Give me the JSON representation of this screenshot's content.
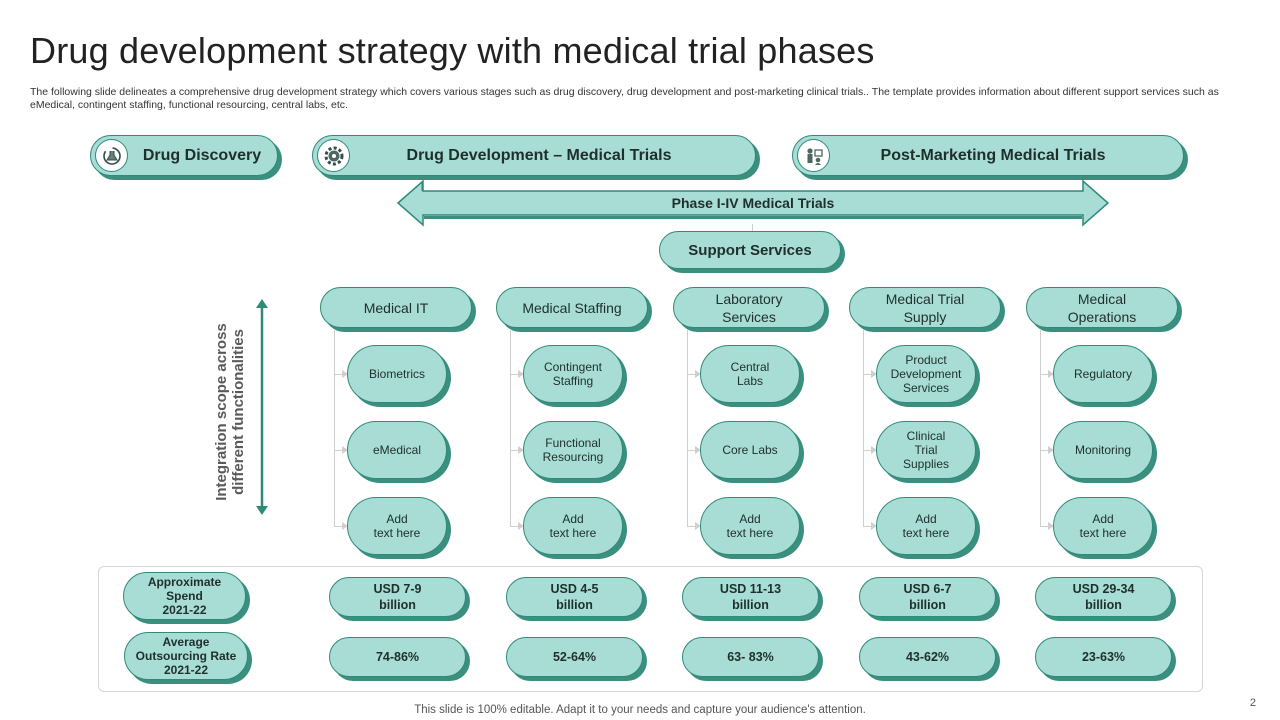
{
  "title": "Drug development strategy with medical trial phases",
  "description": "The following slide delineates a comprehensive drug development strategy which covers various stages such as drug discovery, drug development and post-marketing clinical trials.. The template provides information about different support services such as eMedical, contingent staffing, functional resourcing, central labs, etc.",
  "stages": {
    "discovery": {
      "label": "Drug Discovery",
      "icon": "flask-cycle-icon"
    },
    "development": {
      "label": "Drug Development – Medical Trials",
      "icon": "gear-icon"
    },
    "post_marketing": {
      "label": "Post-Marketing Medical Trials",
      "icon": "people-analysis-icon"
    }
  },
  "phase_arrow": {
    "label": "Phase I-IV Medical Trials"
  },
  "support_services": {
    "label": "Support Services"
  },
  "side_label": "Integration scope across different functionalities",
  "categories": [
    {
      "title": "Medical IT",
      "items": [
        "Biometrics",
        "eMedical",
        "Add\ntext here"
      ]
    },
    {
      "title": "Medical Staffing",
      "items": [
        "Contingent\nStaffing",
        "Functional\nResourcing",
        "Add\ntext here"
      ]
    },
    {
      "title": "Laboratory\nServices",
      "items": [
        "Central\nLabs",
        "Core Labs",
        "Add\ntext here"
      ]
    },
    {
      "title": "Medical Trial\nSupply",
      "items": [
        "Product\nDevelopment\nServices",
        "Clinical\nTrial\nSupplies",
        "Add\ntext here"
      ]
    },
    {
      "title": "Medical\nOperations",
      "items": [
        "Regulatory",
        "Monitoring",
        "Add\ntext here"
      ]
    }
  ],
  "metrics": {
    "spend_label": "Approximate\nSpend\n2021-22",
    "rate_label": "Average\nOutsourcing Rate\n2021-22",
    "spend": [
      "USD 7-9\nbillion",
      "USD 4-5\nbillion",
      "USD 11-13\nbillion",
      "USD 6-7\nbillion",
      "USD 29-34\nbillion"
    ],
    "rate": [
      "74-86%",
      "52-64%",
      "63- 83%",
      "43-62%",
      "23-63%"
    ]
  },
  "footer": "This slide is 100% editable. Adapt it to your needs and capture your audience's attention.",
  "page_number": "2",
  "colors": {
    "pill_fill": "#a7ddd4",
    "pill_border": "#2f8a7a",
    "pill_shadow": "#3a8f7f"
  }
}
